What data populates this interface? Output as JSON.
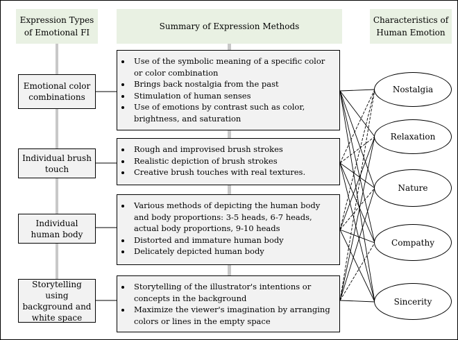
{
  "headers": {
    "left": "Expression Types\nof Emotional FI",
    "middle": "Summary of Expression Methods",
    "right": "Characteristics of\nHuman Emotion"
  },
  "types": [
    "Emotional color combinations",
    "Individual brush touch",
    "Individual human body",
    "Storytelling using background and white space"
  ],
  "methods": [
    [
      "Use of the symbolic meaning of a specific color or color combination",
      "Brings back nostalgia from the past",
      "Stimulation of human senses",
      "Use of emotions by contrast such as color, brightness, and saturation"
    ],
    [
      "Rough and improvised brush strokes",
      "Realistic depiction of brush strokes",
      "Creative brush touches with real textures."
    ],
    [
      "Various methods of depicting the human body and body proportions: 3-5 heads, 6-7 heads, actual body proportions, 9-10 heads",
      "Distorted and immature human body",
      "Delicately depicted human body"
    ],
    [
      "Storytelling of the illustrator's intentions or concepts in the background",
      "Maximize the viewer's imagination by arranging colors or lines in the empty space"
    ]
  ],
  "emotions": [
    "Nostalgia",
    "Relaxation",
    "Nature",
    "Compathy",
    "Sincerity"
  ],
  "colors": {
    "header_fill": "#e9f1e3",
    "box_fill": "#f2f2f2",
    "spine": "#c8c8c8"
  }
}
